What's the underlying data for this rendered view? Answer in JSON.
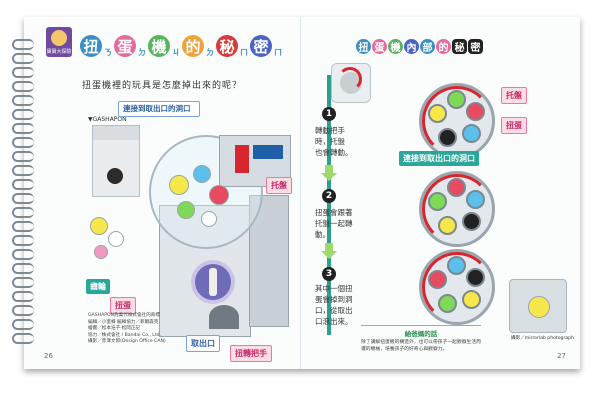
{
  "left_page": {
    "badge_label": "寶寶大探險",
    "title": [
      "扭",
      "蛋",
      "機",
      "的",
      "秘",
      "密"
    ],
    "title_small": [
      "ㄋ",
      "ㄉ",
      "ㄐ",
      "ㄉ",
      "ㄇ",
      "ㄇ"
    ],
    "title_colors": [
      "#3b8ec4",
      "#e46aa0",
      "#58b55e",
      "#f1a23c",
      "#d83b3b",
      "#4a64c3"
    ],
    "subtitle": "扭蛋機裡的玩具是怎麼掉出來的呢？",
    "photo_label": "▼GASHAPON",
    "tags": {
      "slot_hole": "連接到取出口的洞口",
      "tray": "托盤",
      "gear": "齒輪",
      "egg": "扭蛋",
      "exit": "取出口",
      "handle": "扭轉把手"
    },
    "credits": [
      "GASHAPON為萬代株式會社的商標",
      "編輯／小蜜蜂 編輯協力／菲爾森克",
      "繪圖／松本浩子·松岡正記",
      "協力／株式會社 / Bandai Co., Ltd.",
      "攝影／赤澤文郎(Design Office CAN)"
    ],
    "page_number": "26"
  },
  "right_page": {
    "title": [
      "扭",
      "蛋",
      "機",
      "內",
      "部",
      "的",
      "秘",
      "密"
    ],
    "title_colors": [
      "#3b8ec4",
      "#e46aa0",
      "#58b55e",
      "#4a64c3",
      "#3b8ec4",
      "#e46aa0",
      "#222222",
      "#222222"
    ],
    "steps": [
      {
        "number": "1",
        "lines": [
          "轉動把手",
          "時，托盤",
          "也會轉動。"
        ]
      },
      {
        "number": "2",
        "lines": [
          "扭蛋會跟著",
          "托盤一起轉",
          "動。"
        ]
      },
      {
        "number": "3",
        "lines": [
          "其中一個扭",
          "蛋會掉到洞",
          "口，從取出",
          "口滾出來。"
        ]
      }
    ],
    "tags": {
      "tray": "托盤",
      "egg": "扭蛋",
      "slot_hole": "連接到取出口的洞口"
    },
    "note": {
      "title": "給爸媽的話",
      "text": "除了講解扭蛋機的構造外，也可以帶孩子一起觀察生活周遭的機械，培養孩子的好奇心與觀察力。"
    },
    "photo_credit": "攝影／mirrorlab photograph",
    "page_number": "27"
  },
  "colors": {
    "accent_teal": "#2aa79b",
    "accent_red": "#d7262d",
    "accent_green": "#9fd86b",
    "badge_purple": "#6f4a9e"
  }
}
